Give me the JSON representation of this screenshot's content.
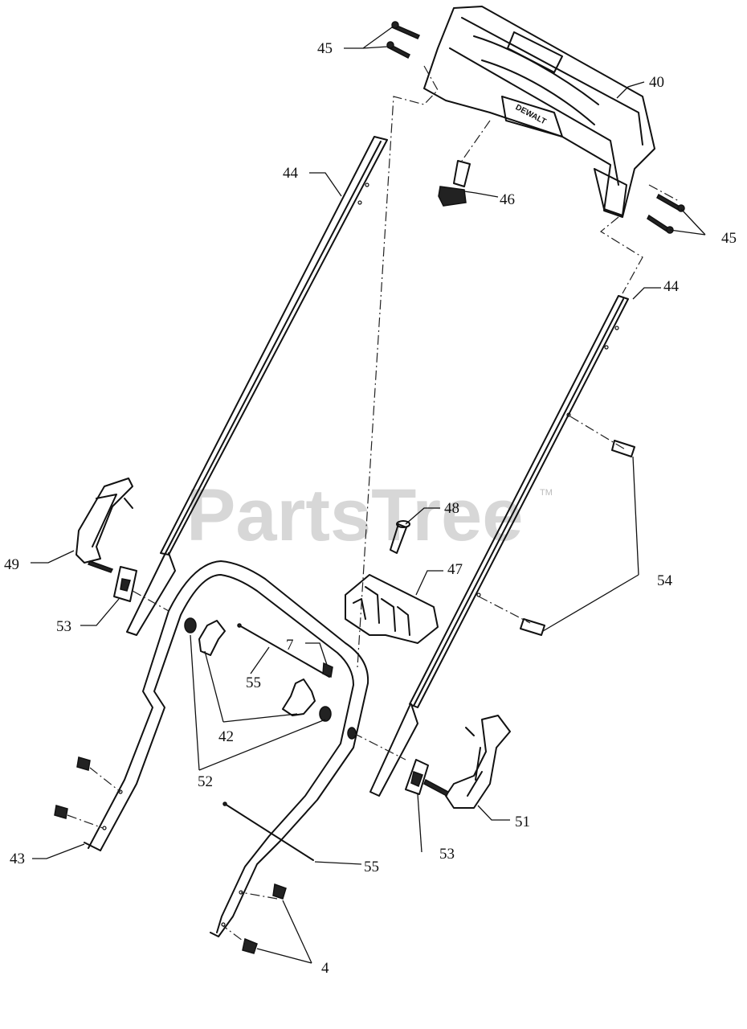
{
  "watermark": {
    "text": "PartsTree",
    "mark": "TM"
  },
  "callouts": [
    {
      "id": "c40",
      "text": "40"
    },
    {
      "id": "c45a",
      "text": "45"
    },
    {
      "id": "c45b",
      "text": "45"
    },
    {
      "id": "c44a",
      "text": "44"
    },
    {
      "id": "c44b",
      "text": "44"
    },
    {
      "id": "c46",
      "text": "46"
    },
    {
      "id": "c48",
      "text": "48"
    },
    {
      "id": "c47",
      "text": "47"
    },
    {
      "id": "c54",
      "text": "54"
    },
    {
      "id": "c49",
      "text": "49"
    },
    {
      "id": "c53a",
      "text": "53"
    },
    {
      "id": "c53b",
      "text": "53"
    },
    {
      "id": "c7",
      "text": "7"
    },
    {
      "id": "c55a",
      "text": "55"
    },
    {
      "id": "c55b",
      "text": "55"
    },
    {
      "id": "c42",
      "text": "42"
    },
    {
      "id": "c52",
      "text": "52"
    },
    {
      "id": "c51",
      "text": "51"
    },
    {
      "id": "c43",
      "text": "43"
    },
    {
      "id": "c4",
      "text": "4"
    }
  ],
  "brand_text": "DEWALT"
}
